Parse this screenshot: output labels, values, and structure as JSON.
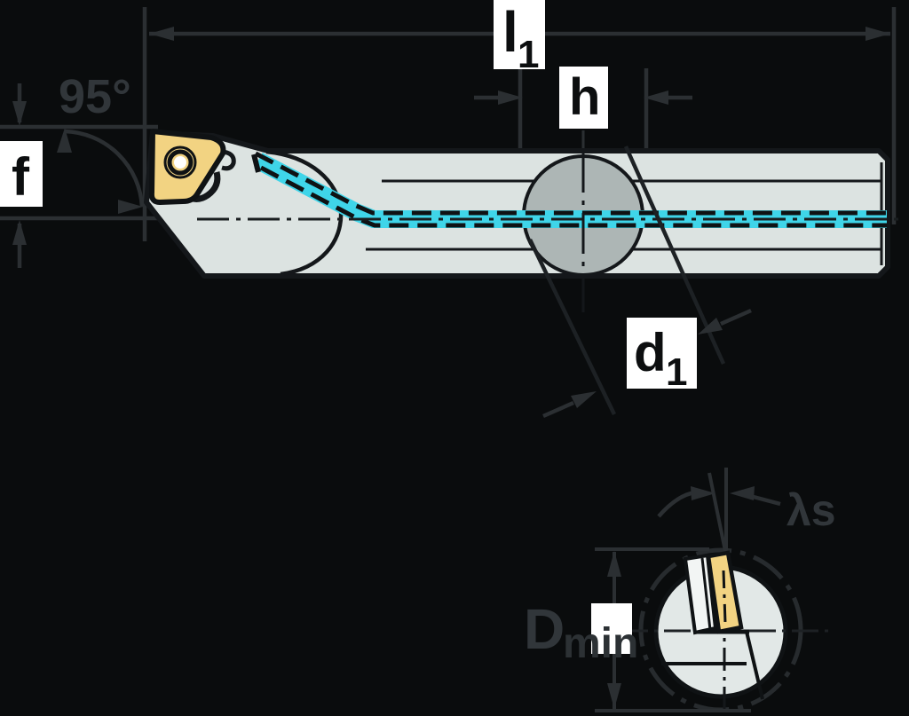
{
  "diagram": {
    "type": "technical drawing",
    "subject": "Boring bar with 95 degree entering angle, coolant channel, and end view",
    "labels": {
      "entering_angle": "95°",
      "functional_height": "f",
      "overall_length_main": "l",
      "overall_length_sub": "1",
      "shank_height": "h",
      "bar_diameter_main": "d",
      "bar_diameter_sub": "1",
      "min_bore_main": "D",
      "min_bore_sub": "min",
      "inclination_angle": "λs"
    },
    "colors": {
      "background": "#0a0c0d",
      "bar_fill": "#dce3e1",
      "section_fill": "#adb6b5",
      "end_view_fill": "#e2e8e7",
      "band_fill": "#f2f5f4",
      "insert_fill": "#f2d382",
      "coolant": "#3fd5e9",
      "outline": "#101316",
      "dim_line": "#2b2f32",
      "dim_text": "#31363a",
      "label_box": "#ffffff",
      "label_text": "#0c0e0f"
    }
  }
}
